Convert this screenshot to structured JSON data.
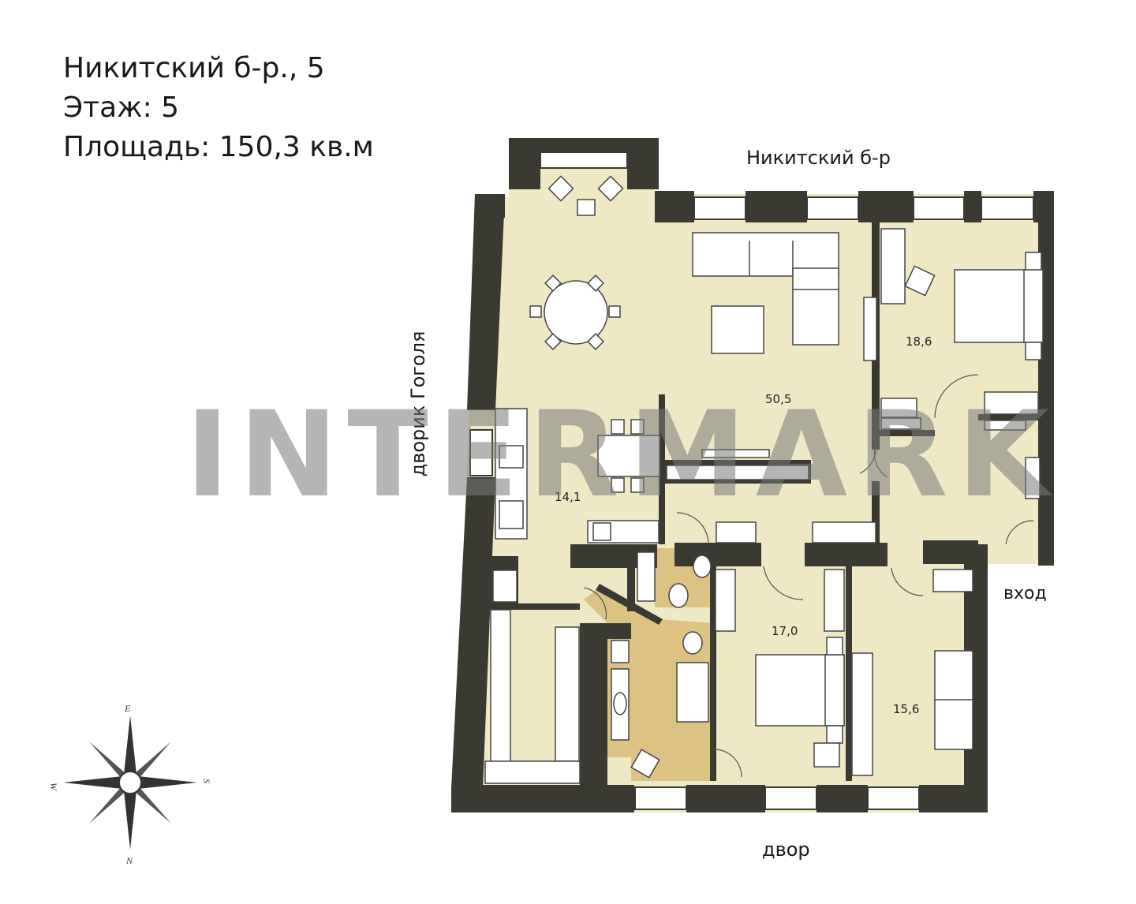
{
  "header": {
    "address": "Никитский б-р., 5",
    "floor": "Этаж: 5",
    "area": "Площадь: 150,3 кв.м"
  },
  "streets": {
    "top": "Никитский б-р",
    "left": "дворик Гоголя",
    "bottom": "двор",
    "entrance": "вход"
  },
  "rooms": {
    "living": "50,5",
    "bedroom_ne": "18,6",
    "kitchen": "14,1",
    "bedroom_s": "17,0",
    "bedroom_se": "15,6"
  },
  "compass": {
    "north": "N",
    "south": "S",
    "east": "E",
    "west": "W"
  },
  "watermark": "INTERMARK",
  "colors": {
    "wall": "#3a3a33",
    "floor": "#efe8c4",
    "wet_zone": "#dcc383",
    "furniture_stroke": "#333333"
  }
}
